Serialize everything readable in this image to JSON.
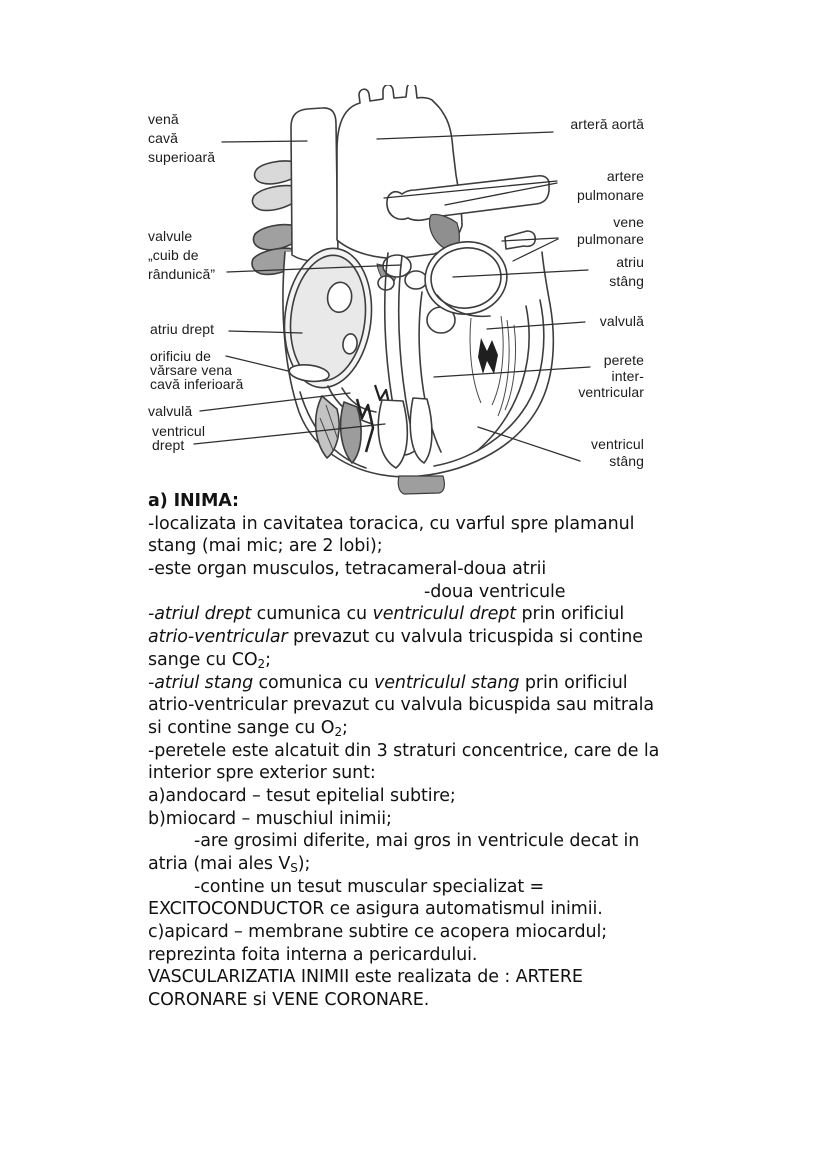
{
  "diagram": {
    "labels_left": [
      {
        "id": "vena-cava-superioara",
        "text": "venă\ncavă\nsuperioară"
      },
      {
        "id": "valvule-cuib-de-randunica",
        "text": "valvule\n„cuib de\nrândunică”"
      },
      {
        "id": "atriu-drept",
        "text": "atriu drept"
      },
      {
        "id": "orificiu-varsare-vena-cava-inferioara",
        "text": "orificiu de\nvărsare vena\ncavă inferioară"
      },
      {
        "id": "valvula-dreapta",
        "text": "valvulă"
      },
      {
        "id": "ventricul-drept",
        "text": "ventricul\ndrept"
      }
    ],
    "labels_right": [
      {
        "id": "artera-aorta",
        "text": "arteră aortă"
      },
      {
        "id": "artere-pulmonare",
        "text": "artere\npulmonare"
      },
      {
        "id": "vene-pulmonare",
        "text": "vene\npulmonare"
      },
      {
        "id": "atriu-stang",
        "text": "atriu\nstâng"
      },
      {
        "id": "valvula-stanga",
        "text": "valvulă"
      },
      {
        "id": "perete-interventricular",
        "text": "perete\ninter-\nventricular"
      },
      {
        "id": "ventricul-stang",
        "text": "ventricul\nstâng"
      }
    ]
  },
  "body": {
    "lines": [
      {
        "b": 1,
        "seg": [
          {
            "t": "a) INIMA:"
          }
        ]
      },
      {
        "seg": [
          {
            "t": "-localizata in cavitatea toracica, cu varful spre plamanul"
          }
        ]
      },
      {
        "seg": [
          {
            "t": "stang (mai mic; are 2 lobi);"
          }
        ]
      },
      {
        "seg": [
          {
            "t": "-este organ musculos, tetracameral-doua atrii"
          }
        ]
      },
      {
        "tab": 2,
        "seg": [
          {
            "t": "-doua ventricule"
          }
        ]
      },
      {
        "seg": [
          {
            "t": "-atriul drept",
            "i": 1
          },
          {
            "t": " cumunica cu "
          },
          {
            "t": "ventriculul drept",
            "i": 1
          },
          {
            "t": " prin orificiul"
          }
        ]
      },
      {
        "seg": [
          {
            "t": "atrio-ventricular",
            "i": 1
          },
          {
            "t": " prevazut cu valvula tricuspida si contine"
          }
        ]
      },
      {
        "seg": [
          {
            "t": "sange cu CO"
          },
          {
            "t": "2",
            "sub": 1
          },
          {
            "t": ";"
          }
        ]
      },
      {
        "seg": [
          {
            "t": "-atriul stang",
            "i": 1
          },
          {
            "t": " comunica cu "
          },
          {
            "t": "ventriculul stang",
            "i": 1
          },
          {
            "t": " prin orificiul"
          }
        ]
      },
      {
        "seg": [
          {
            "t": "atrio-ventricular prevazut cu valvula bicuspida sau mitrala"
          }
        ]
      },
      {
        "seg": [
          {
            "t": "si contine sange cu O"
          },
          {
            "t": "2",
            "sub": 1
          },
          {
            "t": ";"
          }
        ]
      },
      {
        "seg": [
          {
            "t": "-peretele este alcatuit din 3 straturi concentrice, care de la"
          }
        ]
      },
      {
        "seg": [
          {
            "t": "interior spre exterior sunt:"
          }
        ]
      },
      {
        "seg": [
          {
            "t": "a)andocard – tesut epitelial subtire;"
          }
        ]
      },
      {
        "seg": [
          {
            "t": "b)miocard – muschiul inimii;"
          }
        ]
      },
      {
        "tab": 1,
        "seg": [
          {
            "t": "-are grosimi diferite, mai gros in ventricule decat in"
          }
        ]
      },
      {
        "seg": [
          {
            "t": "atria (mai ales V"
          },
          {
            "t": "S",
            "sub": 1
          },
          {
            "t": ");"
          }
        ]
      },
      {
        "tab": 1,
        "seg": [
          {
            "t": "-contine un tesut muscular specializat ="
          }
        ]
      },
      {
        "seg": [
          {
            "t": "EXCITOCONDUCTOR ce asigura automatismul inimii."
          }
        ]
      },
      {
        "seg": [
          {
            "t": "c)apicard – membrane subtire ce acopera miocardul;"
          }
        ]
      },
      {
        "seg": [
          {
            "t": "reprezinta foita interna a pericardului."
          }
        ]
      },
      {
        "seg": [
          {
            "t": "VASCULARIZATIA INIMII este realizata de : ARTERE"
          }
        ]
      },
      {
        "seg": [
          {
            "t": "CORONARE si VENE CORONARE."
          }
        ]
      }
    ]
  }
}
